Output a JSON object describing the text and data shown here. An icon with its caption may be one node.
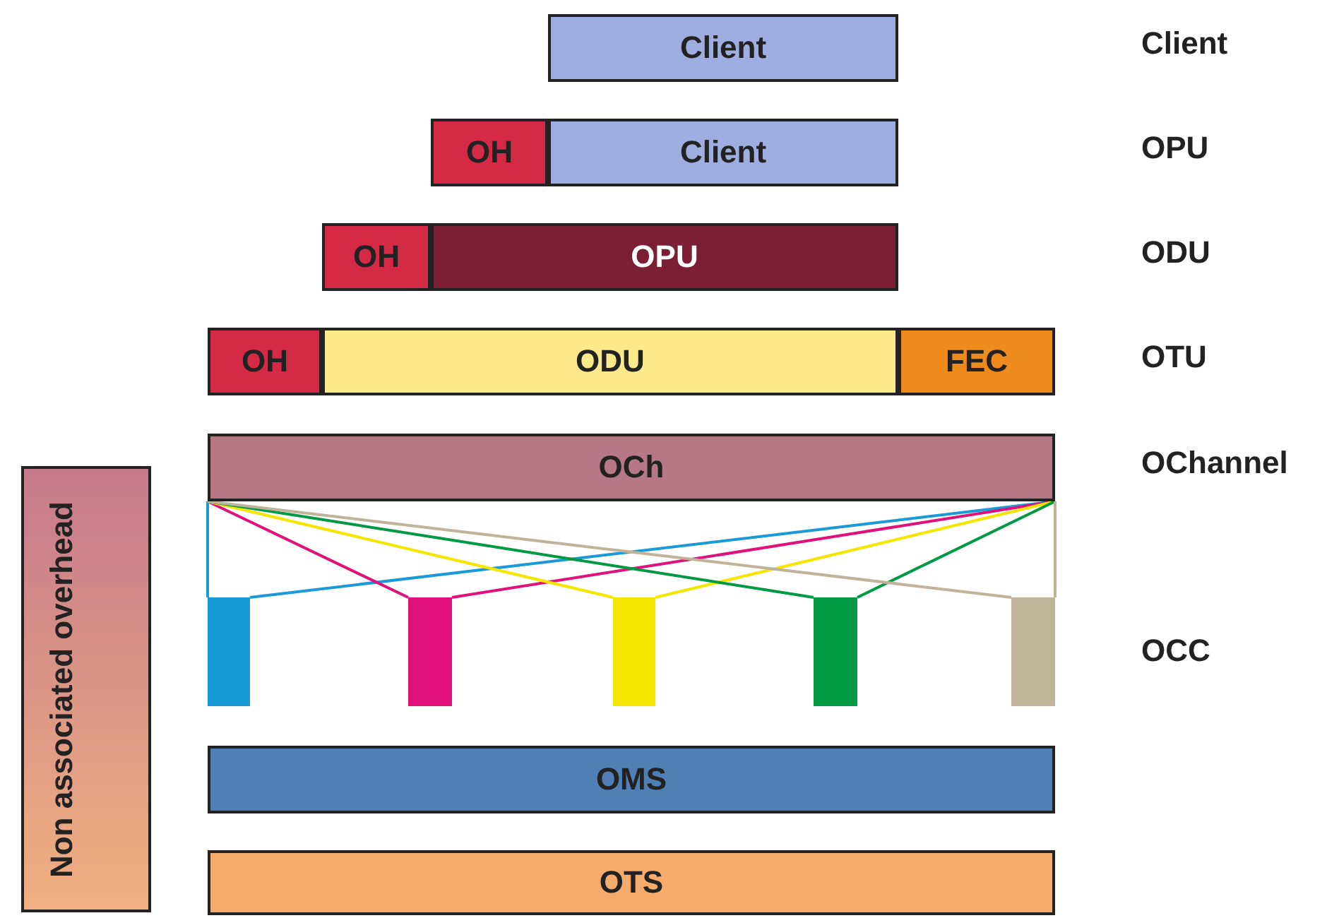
{
  "diagram": {
    "nodes": [
      {
        "text": [
          "Client"
        ]
      },
      {
        "text": [
          "OH"
        ]
      },
      {
        "text": [
          "Client"
        ]
      },
      {
        "text": [
          "OH"
        ]
      },
      {
        "text": [
          "OPU"
        ]
      },
      {
        "text": [
          "OH"
        ]
      },
      {
        "text": [
          "ODU"
        ]
      },
      {
        "text": [
          "FEC"
        ]
      },
      {
        "text": [
          "OCh"
        ]
      },
      {
        "text": [],
        "shape": "bar"
      },
      {
        "text": [],
        "shape": "bar"
      },
      {
        "text": [],
        "shape": "bar"
      },
      {
        "text": [],
        "shape": "bar"
      },
      {
        "text": [],
        "shape": "bar"
      },
      {
        "text": [
          "OMS"
        ]
      },
      {
        "text": [
          "OTS"
        ]
      },
      {
        "text": [
          "Non associated overhead"
        ]
      }
    ],
    "edges": [
      {
        "from": 8,
        "to": 9,
        "arrow": "none",
        "color": "#1a9ad6"
      },
      {
        "from": 8,
        "to": 9,
        "arrow": "none",
        "color": "#1a9ad6"
      },
      {
        "from": 8,
        "to": 10,
        "arrow": "none",
        "color": "#e0117a"
      },
      {
        "from": 8,
        "to": 10,
        "arrow": "none",
        "color": "#e0117a"
      },
      {
        "from": 8,
        "to": 11,
        "arrow": "none",
        "color": "#f5e600"
      },
      {
        "from": 8,
        "to": 11,
        "arrow": "none",
        "color": "#f5e600"
      },
      {
        "from": 8,
        "to": 12,
        "arrow": "none",
        "color": "#009a44"
      },
      {
        "from": 8,
        "to": 12,
        "arrow": "none",
        "color": "#009a44"
      },
      {
        "from": 8,
        "to": 13,
        "arrow": "none",
        "color": "#bfb39a"
      },
      {
        "from": 8,
        "to": 13,
        "arrow": "none",
        "color": "#bfb39a"
      }
    ],
    "labels": [
      "Client",
      "OPU",
      "ODU",
      "OTU",
      "OChannel",
      "OCC"
    ]
  }
}
